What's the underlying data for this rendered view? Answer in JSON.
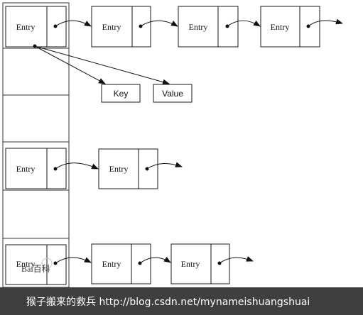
{
  "diagram": {
    "entry_label": "Entry",
    "key_label": "Key",
    "value_label": "Value"
  },
  "watermark": {
    "baidu_logo": "Bai百科"
  },
  "footer": {
    "caption": "猴子搬来的救兵 http://blog.csdn.net/mynameishuangshuai"
  }
}
